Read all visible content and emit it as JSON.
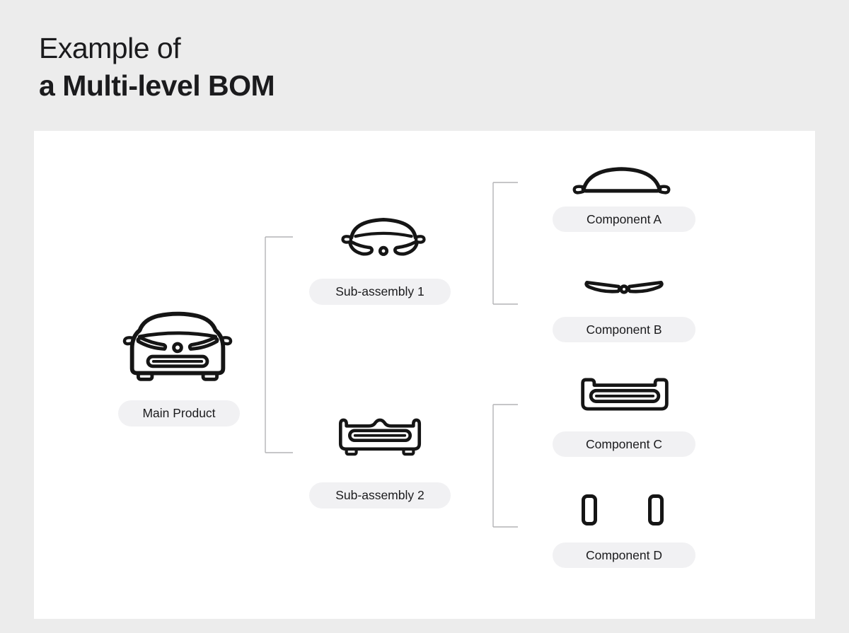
{
  "page": {
    "title_line1": "Example of",
    "title_line2": "a Multi-level BOM"
  },
  "colors": {
    "background": "#ECECEC",
    "panel": "#FFFFFF",
    "pill_background": "#F1F1F3",
    "text_primary": "#1B1B1D",
    "icon_stroke": "#151515",
    "connector": "#B3B3B6"
  },
  "diagram": {
    "nodes": [
      {
        "id": "main-product",
        "label": "Main Product",
        "icon": "car-front-icon",
        "level": 0
      },
      {
        "id": "sub-assembly-1",
        "label": "Sub-assembly 1",
        "icon": "car-upper-body-icon",
        "level": 1,
        "parent": "main-product"
      },
      {
        "id": "sub-assembly-2",
        "label": "Sub-assembly 2",
        "icon": "car-bumper-feet-icon",
        "level": 1,
        "parent": "main-product"
      },
      {
        "id": "component-a",
        "label": "Component A",
        "icon": "car-roof-icon",
        "level": 2,
        "parent": "sub-assembly-1"
      },
      {
        "id": "component-b",
        "label": "Component B",
        "icon": "car-light-bar-icon",
        "level": 2,
        "parent": "sub-assembly-1"
      },
      {
        "id": "component-c",
        "label": "Component C",
        "icon": "car-front-bumper-icon",
        "level": 2,
        "parent": "sub-assembly-2"
      },
      {
        "id": "component-d",
        "label": "Component D",
        "icon": "mounting-brackets-icon",
        "level": 2,
        "parent": "sub-assembly-2"
      }
    ],
    "edges": [
      {
        "from": "Main Product",
        "to": "Sub-assembly 1"
      },
      {
        "from": "Main Product",
        "to": "Sub-assembly 2"
      },
      {
        "from": "Sub-assembly 1",
        "to": "Component A"
      },
      {
        "from": "Sub-assembly 1",
        "to": "Component B"
      },
      {
        "from": "Sub-assembly 2",
        "to": "Component C"
      },
      {
        "from": "Sub-assembly 2",
        "to": "Component D"
      }
    ]
  }
}
